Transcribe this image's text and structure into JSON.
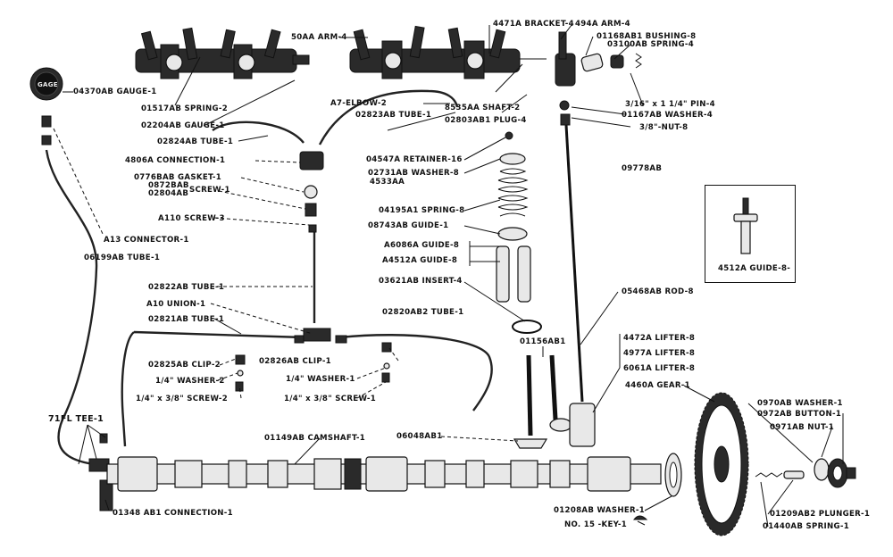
{
  "parts": {
    "gauge_04370": "04370AB GAUGE-1",
    "spring_01517": "01517AB SPRING-2",
    "gauge_02204": "02204AB GAUGE-1",
    "tube_02824": "02824AB TUBE-1",
    "conn_4806": "4806A CONNECTION-1",
    "gasket_0776": "0776BAB GASKET-1",
    "screw_0872_a": "0872BAB",
    "screw_0872_b": "02804AB",
    "screw_0872_c": "SCREW-1",
    "screw_a110": "A110 SCREW-3",
    "conn_a13": "A13 CONNECTOR-1",
    "tube_06199": "06199AB TUBE-1",
    "tube_02822": "02822AB TUBE-1",
    "union_a10": "A10 UNION-1",
    "tube_02821": "02821AB TUBE-1",
    "clip_02825": "02825AB CLIP-2",
    "washer_quarter_2": "1/4\" WASHER-2",
    "screw_quarter_2": "1/4\" x 3/8\" SCREW-2",
    "tee_71fl": "71FL TEE-1",
    "conn_01348": "01348 AB1 CONNECTION-1",
    "arm_50aa": "50AA ARM-4",
    "elbow_a7": "A7-ELBOW-2",
    "tube_02823": "02823AB TUBE-1",
    "bracket_4471": "4471A BRACKET-4",
    "arm_494a": "494A ARM-4",
    "bushing_01168": "01168AB1 BUSHING-8",
    "spring_03100": "03100AB SPRING-4",
    "pin_4": "3/16\" x 1 1/4\" PIN-4",
    "washer_01167": "01167AB WASHER-4",
    "nut_38": "3/8\"-NUT-8",
    "shaft_8535": "8535AA SHAFT-2",
    "plug_02803": "02803AB1 PLUG-4",
    "retainer_04547": "04547A RETAINER-16",
    "washer_02731": "02731AB WASHER-8",
    "washer_4533": "4533AA",
    "part_09778": "09778AB",
    "spring_04195": "04195A1 SPRING-8",
    "guide_08743": "08743AB GUIDE-1",
    "guide_a6086": "A6086A GUIDE-8",
    "guide_a4512": "A4512A GUIDE-8",
    "insert_03621": "03621AB INSERT-4",
    "tube_02820": "02820AB2 TUBE-1",
    "clip_02826": "02826AB CLIP-1",
    "washer_quarter_1": "1/4\" WASHER-1",
    "screw_quarter_1": "1/4\" x 3/8\" SCREW-1",
    "part_01156": "01156AB1",
    "part_06048": "06048AB1",
    "camshaft_01149": "01149AB CAMSHAFT-1",
    "rod_05468": "05468AB ROD-8",
    "lifter_4472": "4472A LIFTER-8",
    "lifter_4977": "4977A LIFTER-8",
    "lifter_6061": "6061A LIFTER-8",
    "gear_4460": "4460A GEAR-1",
    "washer_0970": "0970AB WASHER-1",
    "button_0972": "0972AB BUTTON-1",
    "nut_0971": "0971AB NUT-1",
    "washer_01208": "01208AB WASHER-1",
    "key_15": "NO. 15 -KEY-1",
    "plunger_01209": "01209AB2 PLUNGER-1",
    "spring_01440": "01440AB SPRING-1",
    "guide_4512_inset": "4512A GUIDE-8-",
    "gauge_face": "GAGE"
  }
}
